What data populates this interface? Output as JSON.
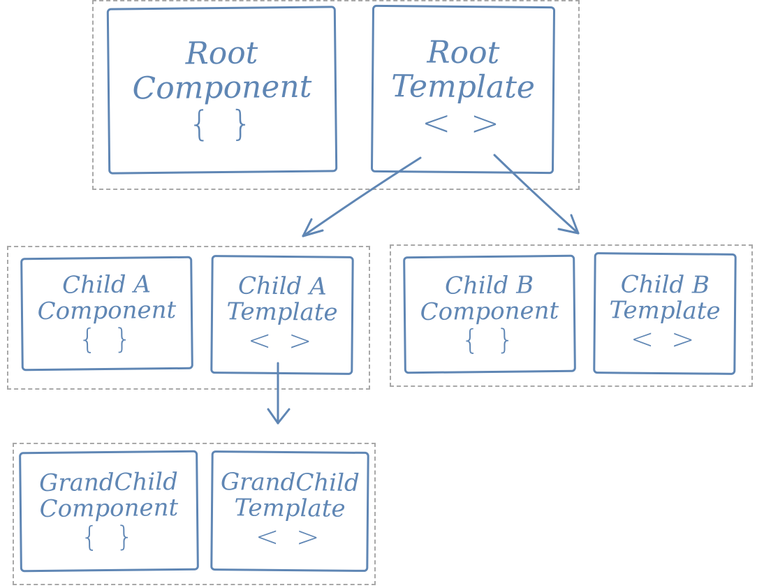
{
  "colors": {
    "stroke": "#5f86b4",
    "group_border": "#a8a8a8"
  },
  "root": {
    "component": {
      "line1": "Root",
      "line2": "Component",
      "symbol": "{ }"
    },
    "template": {
      "line1": "Root",
      "line2": "Template",
      "symbol": "< >"
    }
  },
  "child_a": {
    "component": {
      "line1": "Child A",
      "line2": "Component",
      "symbol": "{ }"
    },
    "template": {
      "line1": "Child A",
      "line2": "Template",
      "symbol": "< >"
    }
  },
  "child_b": {
    "component": {
      "line1": "Child B",
      "line2": "Component",
      "symbol": "{ }"
    },
    "template": {
      "line1": "Child B",
      "line2": "Template",
      "symbol": "< >"
    }
  },
  "grandchild": {
    "component": {
      "line1": "GrandChild",
      "line2": "Component",
      "symbol": "{ }"
    },
    "template": {
      "line1": "GrandChild",
      "line2": "Template",
      "symbol": "< >"
    }
  }
}
